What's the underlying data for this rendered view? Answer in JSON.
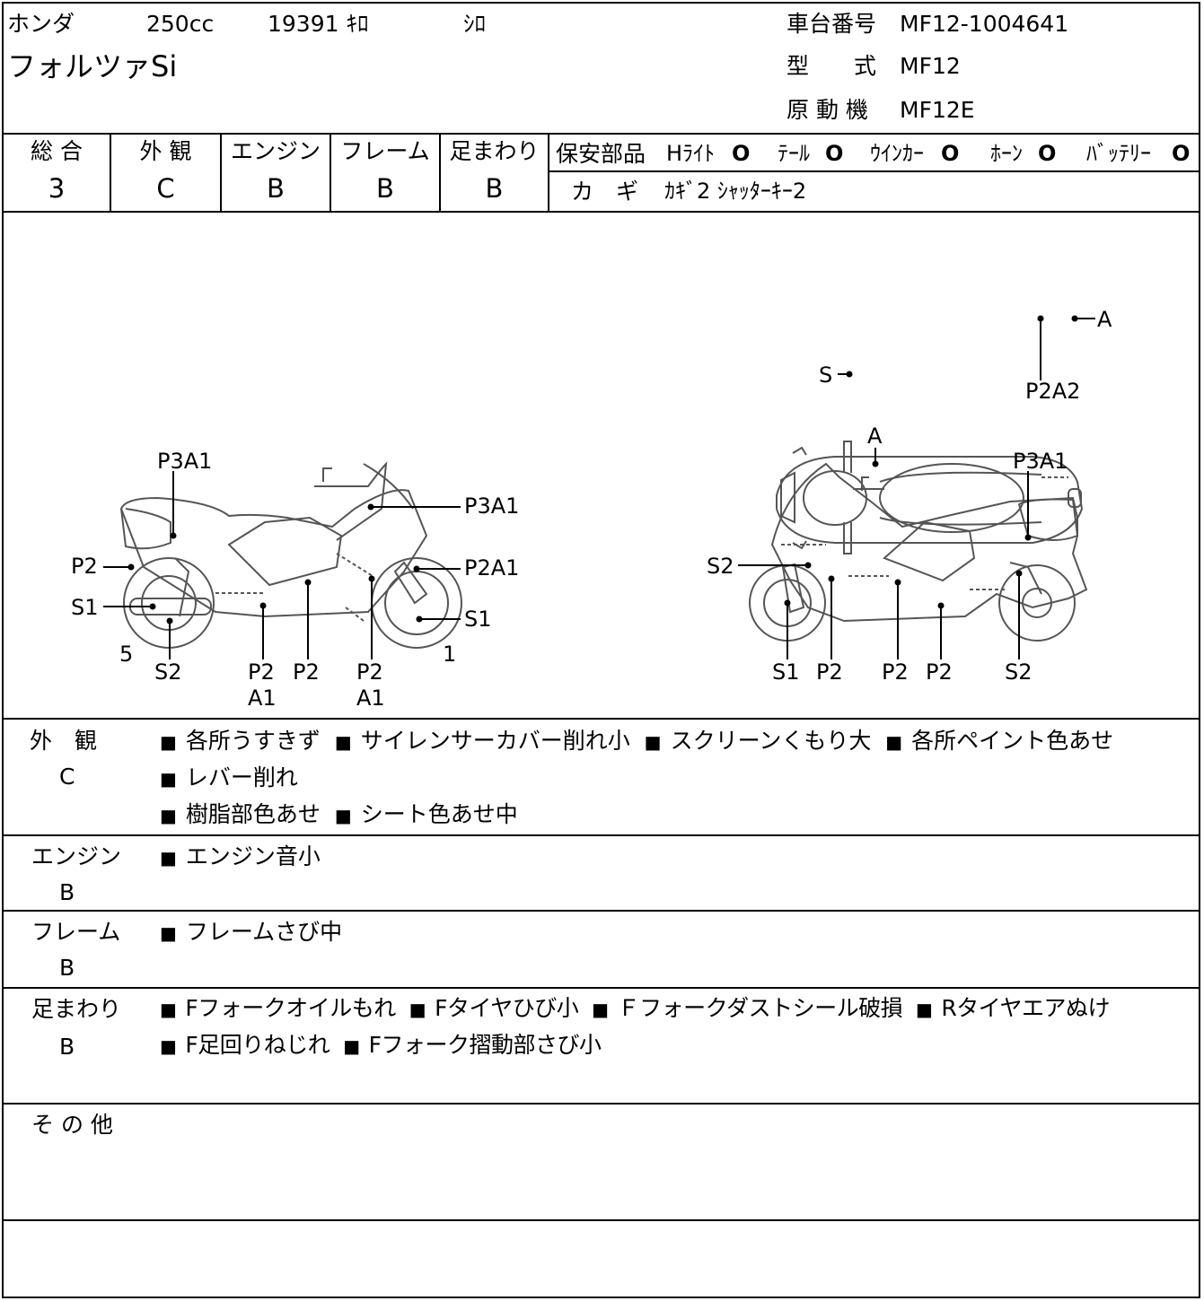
{
  "header": {
    "maker": "ホンダ",
    "displacement": "250cc",
    "mileage": "19391 ｷﾛ",
    "color": "ｼﾛ",
    "model_name": "フォルツァSi",
    "frame_label": "車台番号",
    "frame_number": "MF12-1004641",
    "type_label": "型　　式",
    "type_value": "MF12",
    "engine_label": "原 動 機",
    "engine_value": "MF12E"
  },
  "grades": [
    {
      "label": "総 合",
      "value": "3"
    },
    {
      "label": "外 観",
      "value": "C"
    },
    {
      "label": "エンジン",
      "value": "B"
    },
    {
      "label": "フレーム",
      "value": "B"
    },
    {
      "label": "足まわり",
      "value": "B"
    }
  ],
  "safety": {
    "label": "保安部品",
    "items": [
      {
        "name": "Hﾗｲﾄ",
        "status": "O"
      },
      {
        "name": "ﾃｰﾙ",
        "status": "O"
      },
      {
        "name": "ｳｲﾝｶｰ",
        "status": "O"
      },
      {
        "name": "ﾎｰﾝ",
        "status": "O"
      },
      {
        "name": "ﾊﾞｯﾃﾘｰ",
        "status": "O"
      }
    ],
    "key_label": "カ　ギ",
    "key_value": "ｶｷﾞ2 ｼｬｯﾀｰｷｰ2"
  },
  "diagram": {
    "top_view": {
      "a": "A",
      "s": "S",
      "p2a2": "P2A2"
    },
    "left_view": {
      "p3a1_top": "P3A1",
      "p3a1_right": "P3A1",
      "p2a1": "P2A1",
      "p2": "P2",
      "s1_left": "S1",
      "s1_right": "S1",
      "five": "5",
      "one": "1",
      "s2": "S2",
      "p2a1_bottom_a": "P2",
      "p2a1_bottom_a2": "A1",
      "p2_bottom": "P2",
      "p2a1_bottom_b": "P2",
      "p2a1_bottom_b2": "A1"
    },
    "right_view": {
      "a": "A",
      "p3a1": "P3A1",
      "s2_left": "S2",
      "s1": "S1",
      "p2_1": "P2",
      "p2_2": "P2",
      "p2_3": "P2",
      "s2_right": "S2"
    }
  },
  "sections": [
    {
      "label": "外　観",
      "grade": "C",
      "items": [
        "各所うすきず",
        "サイレンサーカバー削れ小",
        "スクリーンくもり大",
        "各所ペイント色あせ",
        "レバー削れ",
        "樹脂部色あせ",
        "シート色あせ中"
      ]
    },
    {
      "label": "エンジン",
      "grade": "B",
      "items": [
        "エンジン音小"
      ]
    },
    {
      "label": "フレーム",
      "grade": "B",
      "items": [
        "フレームさび中"
      ]
    },
    {
      "label": "足まわり",
      "grade": "B",
      "items": [
        "Fフォークオイルもれ",
        "Fタイヤひび小",
        "Ｆフォークダストシール破損",
        "Rタイヤエアぬけ",
        "F足回りねじれ",
        "Fフォーク摺動部さび小"
      ]
    },
    {
      "label": "そ の 他",
      "grade": "",
      "items": []
    }
  ],
  "bullet": "■"
}
